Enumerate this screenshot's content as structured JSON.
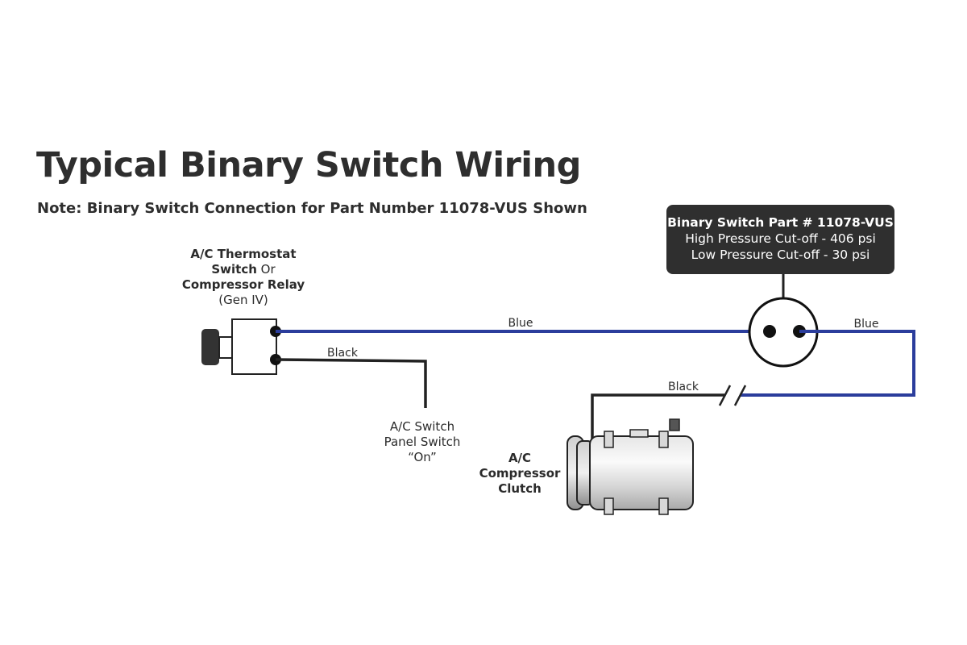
{
  "title": "Typical Binary Switch Wiring",
  "note": "Note:  Binary Switch Connection for Part Number 11078-VUS Shown",
  "thermostat": {
    "line1": "A/C Thermostat",
    "line2_bold": "Switch",
    "line2_rest": " Or",
    "line3": "Compressor Relay",
    "line4": "(Gen IV)"
  },
  "panel_switch": {
    "line1": "A/C Switch",
    "line2": "Panel Switch",
    "line3": "“On”"
  },
  "compressor": {
    "line1": "A/C",
    "line2": "Compressor",
    "line3": "Clutch"
  },
  "binary_switch": {
    "title": "Binary Switch  Part # 11078-VUS",
    "high": "High Pressure Cut-off - 406 psi",
    "low": "Low Pressure Cut-off - 30 psi"
  },
  "wires": {
    "blue_main": "Blue",
    "blue_right": "Blue",
    "black_panel": "Black",
    "black_compressor": "Black"
  },
  "colors": {
    "blue_wire": "#2b3d9c",
    "black_wire": "#222222",
    "label_box": "#2f2f2f"
  }
}
